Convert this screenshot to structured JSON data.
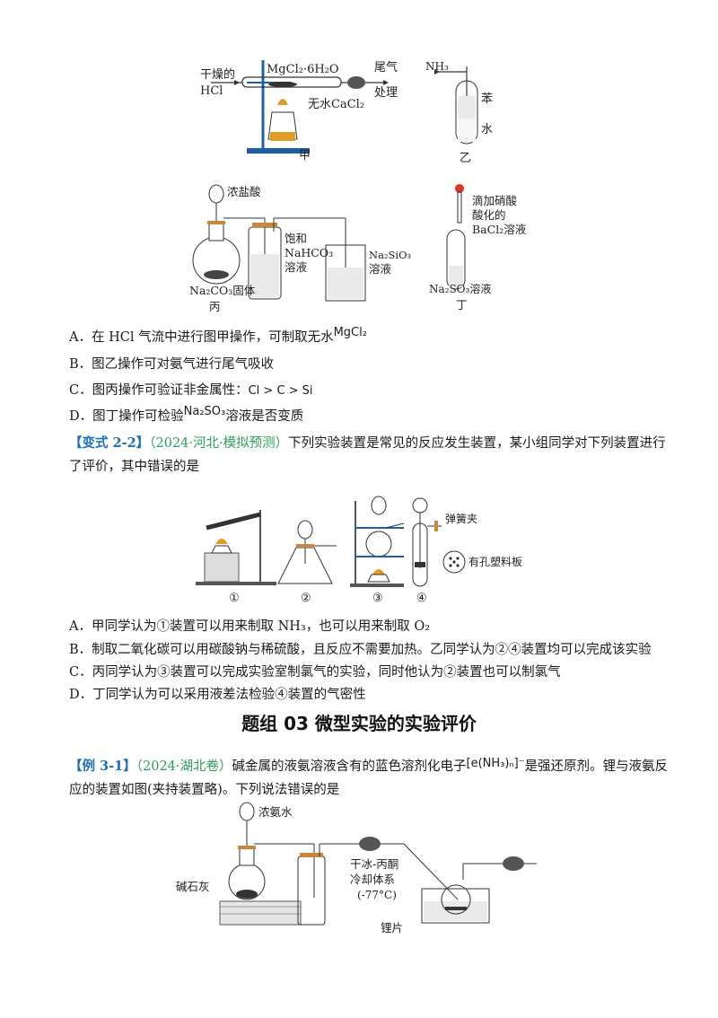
{
  "fig_jia": {
    "hcl_label_1": "干燥的",
    "hcl_label_2": "HCl",
    "reagent": "MgCl₂·6H₂O",
    "tail_1": "尾气",
    "tail_2": "处理",
    "desiccant": "无水CaCl₂",
    "caption": "甲"
  },
  "fig_yi": {
    "gas": "NH₃",
    "benzene": "苯",
    "water": "水",
    "caption": "乙"
  },
  "fig_bing": {
    "acid": "浓盐酸",
    "sat_1": "饱和",
    "sat_2": "NaHCO₃",
    "sat_3": "溶液",
    "silicate_1": "Na₂SiO₃",
    "silicate_2": "溶液",
    "solid": "Na₂CO₃固体",
    "caption": "丙"
  },
  "fig_ding": {
    "add_1": "滴加硝酸",
    "add_2": "酸化的",
    "add_3": "BaCl₂溶液",
    "solution": "Na₂SO₃溶液",
    "caption": "丁"
  },
  "q1_options": {
    "a": "A．在 HCl 气流中进行图甲操作，可制取无水",
    "a_formula": "MgCl₂",
    "b": "B．图乙操作可对氨气进行尾气吸收",
    "c": "C．图丙操作可验证非金属性：",
    "c_formula": "Cl > C > Si",
    "d_pre": "D．图丁操作可检验",
    "d_formula": "Na₂SO₃",
    "d_post": "溶液是否变质"
  },
  "q2": {
    "tag": "【变式 2-2】",
    "source": "（2024·河北·模拟预测）",
    "stem_1": "下列实验装置是常见的反应发生装置，某小组同学对下列装置进行",
    "stem_2": "了评价，其中错误的是",
    "spring_clip": "弹簧夹",
    "plate": "有孔塑料板",
    "num_1": "①",
    "num_2": "②",
    "num_3": "③",
    "num_4": "④",
    "a": "A．甲同学认为①装置可以用来制取 NH₃，也可以用来制取 O₂",
    "b": "B．制取二氧化碳可以用碳酸钠与稀硫酸，且反应不需要加热。乙同学认为②④装置均可以完成该实验",
    "c": "C．丙同学认为③装置可以完成实验室制氯气的实验，同时他认为②装置也可以制氯气",
    "d": "D．丁同学认为可以采用液差法检验④装置的气密性"
  },
  "section_title": "题组 03 微型实验的实验评价",
  "q3": {
    "tag": "【例 3-1】",
    "source": "（2024·湖北卷）",
    "stem_1a": "碱金属的液氨溶液含有的蓝色溶剂化电子",
    "stem_formula": "[e(NH₃)ₙ]⁻",
    "stem_1b": "是强还原剂。锂与液氨反",
    "stem_2": "应的装置如图(夹持装置略)。下列说法错误的是",
    "ammonia": "浓氨水",
    "soda_lime": "碱石灰",
    "cool_1": "干冰-丙酮",
    "cool_2": "冷却体系",
    "cool_3": "(-77°C)",
    "lithium": "锂片"
  }
}
